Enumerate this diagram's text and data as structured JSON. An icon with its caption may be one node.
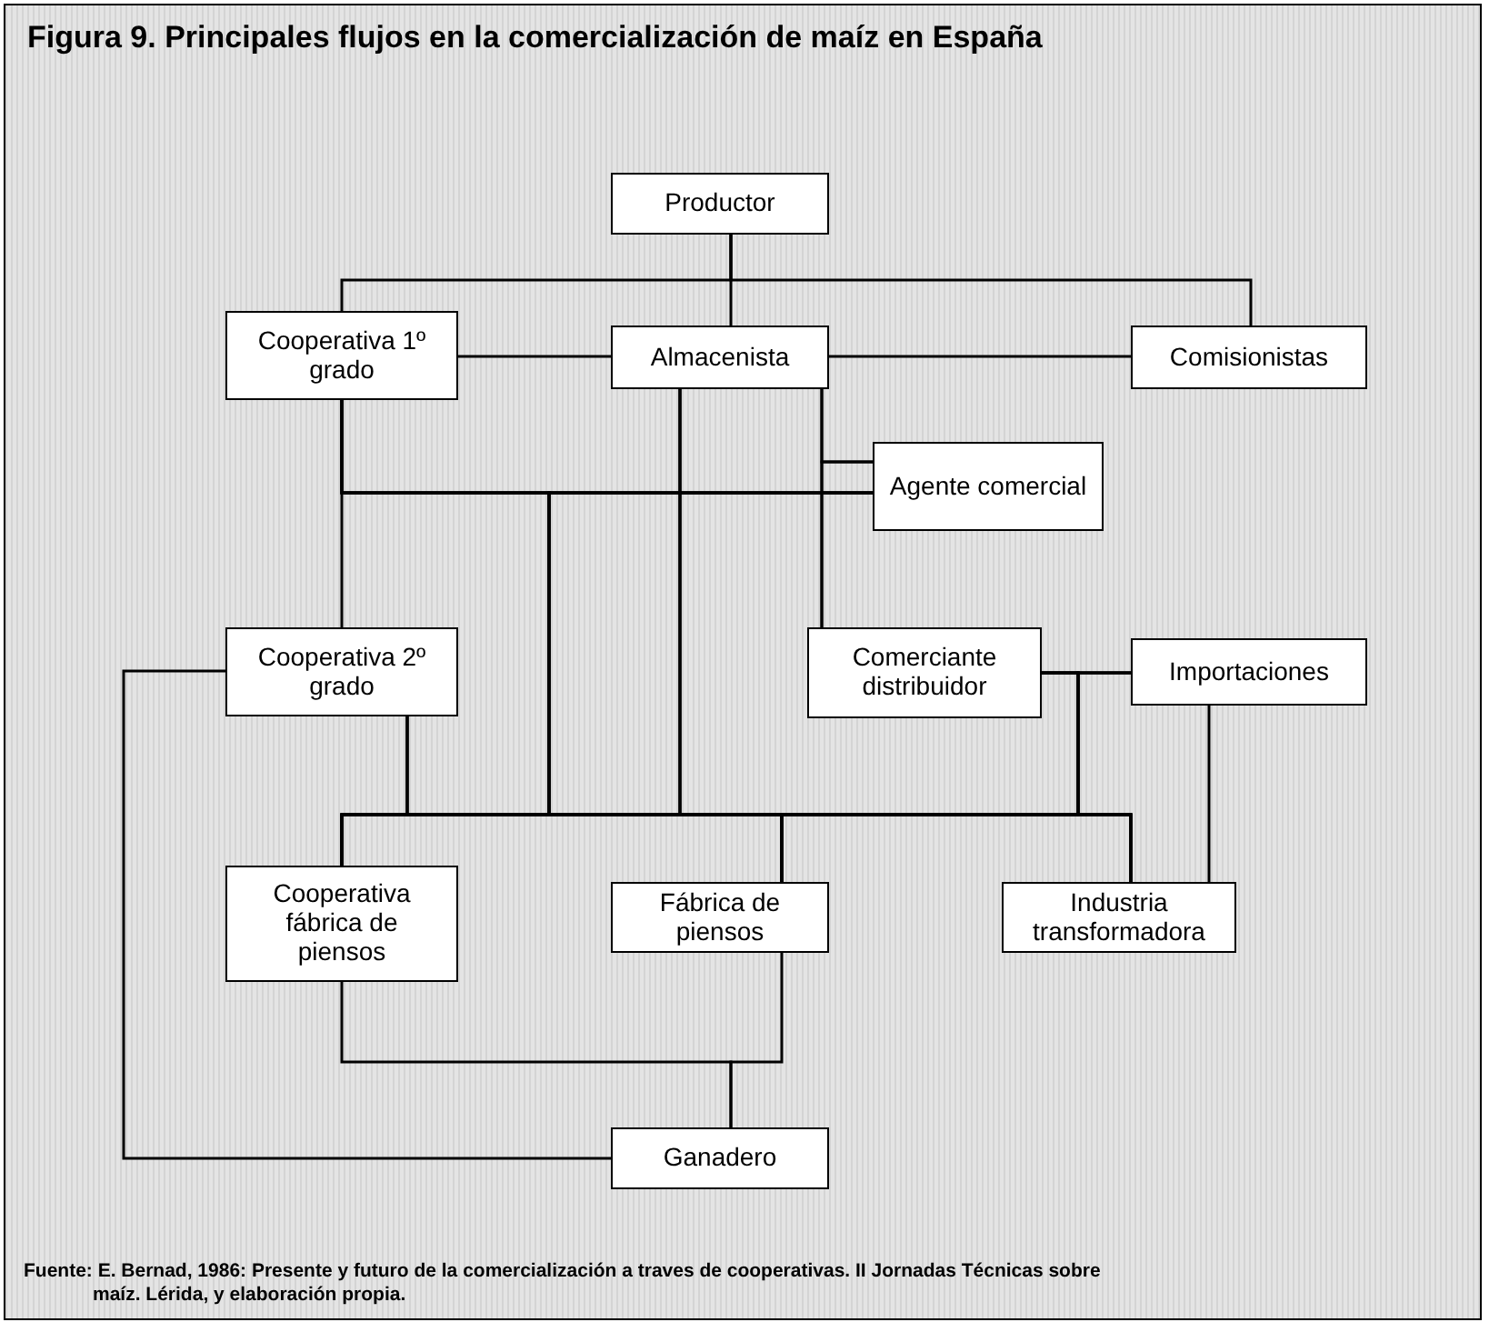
{
  "diagram": {
    "title": "Figura 9. Principales flujos en la comercialización de maíz en España",
    "caption": "Fuente: E. Bernad, 1986: Presente y futuro de la comercialización a traves de cooperativas. II Jornadas Técnicas sobre maíz. Lérida, y elaboración propia.",
    "nodes": [
      {
        "text": [
          "Productor"
        ]
      },
      {
        "text": [
          "Cooperativa 1º grado"
        ]
      },
      {
        "text": [
          "Almacenista"
        ]
      },
      {
        "text": [
          "Comisionistas"
        ]
      },
      {
        "text": [
          "Agente comercial"
        ]
      },
      {
        "text": [
          "Cooperativa 2º grado"
        ]
      },
      {
        "text": [
          "Comerciante distribuidor"
        ]
      },
      {
        "text": [
          "Importaciones"
        ]
      },
      {
        "text": [
          "Cooperativa fábrica de piensos"
        ]
      },
      {
        "text": [
          "Fábrica de piensos"
        ]
      },
      {
        "text": [
          "Industria transformadora"
        ]
      },
      {
        "text": [
          "Ganadero"
        ]
      }
    ],
    "edges": [
      {
        "from": 0,
        "to": 1,
        "arrow": "none"
      },
      {
        "from": 0,
        "to": 2,
        "arrow": "none"
      },
      {
        "from": 0,
        "to": 3,
        "arrow": "none"
      },
      {
        "from": 1,
        "to": 2,
        "arrow": "none"
      },
      {
        "from": 2,
        "to": 3,
        "arrow": "none"
      },
      {
        "from": 1,
        "to": 5,
        "arrow": "none"
      },
      {
        "from": 1,
        "to": 4,
        "arrow": "none"
      },
      {
        "from": 2,
        "to": 4,
        "arrow": "none"
      },
      {
        "from": 2,
        "to": 6,
        "arrow": "none"
      },
      {
        "from": 4,
        "to": 6,
        "arrow": "none"
      },
      {
        "from": 6,
        "to": 7,
        "arrow": "none"
      },
      {
        "from": 7,
        "to": 10,
        "arrow": "none"
      },
      {
        "from": 5,
        "to": 11,
        "arrow": "none"
      },
      {
        "from": 8,
        "to": 11,
        "arrow": "none"
      },
      {
        "from": 9,
        "to": 11,
        "arrow": "none"
      },
      {
        "from": 1,
        "to": 8,
        "arrow": "none"
      },
      {
        "from": 1,
        "to": 9,
        "arrow": "none"
      },
      {
        "from": 1,
        "to": 10,
        "arrow": "none"
      },
      {
        "from": 2,
        "to": 8,
        "arrow": "none"
      },
      {
        "from": 2,
        "to": 9,
        "arrow": "none"
      },
      {
        "from": 2,
        "to": 10,
        "arrow": "none"
      },
      {
        "from": 4,
        "to": 8,
        "arrow": "none"
      },
      {
        "from": 4,
        "to": 9,
        "arrow": "none"
      },
      {
        "from": 4,
        "to": 10,
        "arrow": "none"
      },
      {
        "from": 5,
        "to": 8,
        "arrow": "none"
      },
      {
        "from": 5,
        "to": 9,
        "arrow": "none"
      },
      {
        "from": 5,
        "to": 10,
        "arrow": "none"
      },
      {
        "from": 6,
        "to": 8,
        "arrow": "none"
      },
      {
        "from": 6,
        "to": 9,
        "arrow": "none"
      },
      {
        "from": 6,
        "to": 10,
        "arrow": "none"
      },
      {
        "from": 7,
        "to": 8,
        "arrow": "none"
      },
      {
        "from": 7,
        "to": 9,
        "arrow": "none"
      }
    ]
  }
}
